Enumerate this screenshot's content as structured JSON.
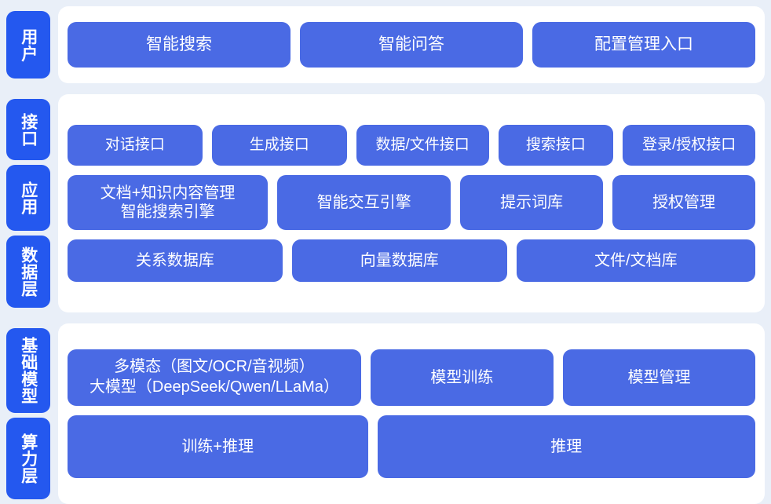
{
  "colors": {
    "page_background": "#e9eff8",
    "card_background": "#ffffff",
    "tag_blue": "#2458ef",
    "node_blue": "#4a6ae4",
    "node_text": "#ffffff"
  },
  "bands": [
    {
      "id": "user",
      "tags": [
        {
          "label": "用户"
        }
      ],
      "rows": [
        {
          "id": "user-entries",
          "nodes": [
            {
              "label": "智能搜索",
              "flex": 1
            },
            {
              "label": "智能问答",
              "flex": 1
            },
            {
              "label": "配置管理入口",
              "flex": 1
            }
          ]
        }
      ]
    },
    {
      "id": "mid",
      "tags": [
        {
          "label": "接口"
        },
        {
          "label": "应用"
        },
        {
          "label": "数据层"
        }
      ],
      "rows": [
        {
          "id": "interface",
          "nodes": [
            {
              "label": "对话接口",
              "flex": 1.02
            },
            {
              "label": "生成接口",
              "flex": 1.02
            },
            {
              "label": "数据/文件接口",
              "flex": 1.0
            },
            {
              "label": "搜索接口",
              "flex": 0.85
            },
            {
              "label": "登录/授权接口",
              "flex": 1.0
            }
          ]
        },
        {
          "id": "application",
          "nodes": [
            {
              "label": "文档+知识内容管理\n智能搜索引擎",
              "flex": 1.38
            },
            {
              "label": "智能交互引擎",
              "flex": 1.18
            },
            {
              "label": "提示词库",
              "flex": 0.95
            },
            {
              "label": "授权管理",
              "flex": 0.95
            }
          ]
        },
        {
          "id": "data",
          "nodes": [
            {
              "label": "关系数据库",
              "flex": 1
            },
            {
              "label": "向量数据库",
              "flex": 1
            },
            {
              "label": "文件/文档库",
              "flex": 1.12
            }
          ]
        }
      ]
    },
    {
      "id": "base",
      "tags": [
        {
          "label": "基础模型"
        },
        {
          "label": "算力层"
        }
      ],
      "rows": [
        {
          "id": "model",
          "nodes": [
            {
              "label": "多模态（图文/OCR/音视频）\n大模型（DeepSeek/Qwen/LLaMa）",
              "flex": 1.46
            },
            {
              "label": "模型训练",
              "flex": 0.9
            },
            {
              "label": "模型管理",
              "flex": 0.95
            }
          ]
        },
        {
          "id": "compute",
          "nodes": [
            {
              "label": "训练+推理",
              "flex": 0.88
            },
            {
              "label": "推理",
              "flex": 1.12
            }
          ]
        }
      ]
    }
  ]
}
